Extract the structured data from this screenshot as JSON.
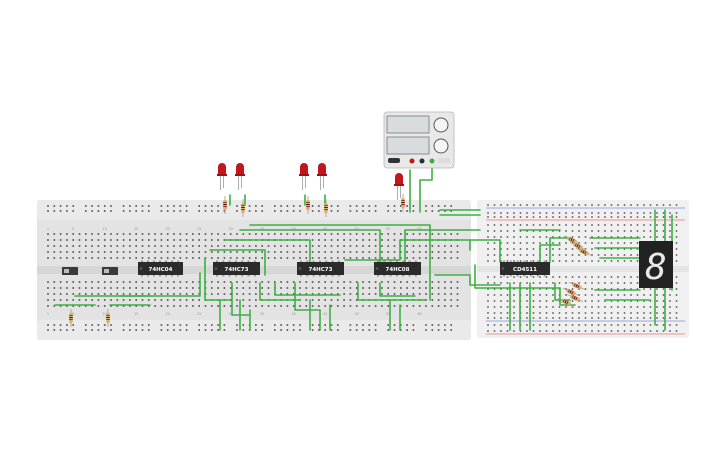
{
  "colors": {
    "background": "#ffffff",
    "breadboard": "#e3e3e3",
    "breadboard_alt": "#f0f0f0",
    "hole": "#4a4a4a",
    "rail_red": "#d94040",
    "rail_blue": "#4060d0",
    "wire": "#3cb043",
    "chip": "#2b2b2b",
    "led": "#c0161c",
    "resistor": "#d8b06a",
    "display": "#222222",
    "segment": "#e8e8e8"
  },
  "chips": [
    {
      "id": "u1",
      "label": "74HC04"
    },
    {
      "id": "u2",
      "label": "74HC73"
    },
    {
      "id": "u3",
      "label": "74HC73"
    },
    {
      "id": "u4",
      "label": "74HC08"
    },
    {
      "id": "u5",
      "label": "CD4511"
    }
  ],
  "column_numbers": [
    "1",
    "5",
    "10",
    "15",
    "20",
    "25",
    "30",
    "35",
    "40",
    "45",
    "50",
    "55",
    "60"
  ],
  "display": {
    "digit": "8"
  },
  "components": {
    "power_supply": "power-supply-icon",
    "led": "led-icon",
    "resistor": "resistor-icon",
    "switch": "slide-switch-icon",
    "seven_segment": "seven-segment-display-icon"
  }
}
